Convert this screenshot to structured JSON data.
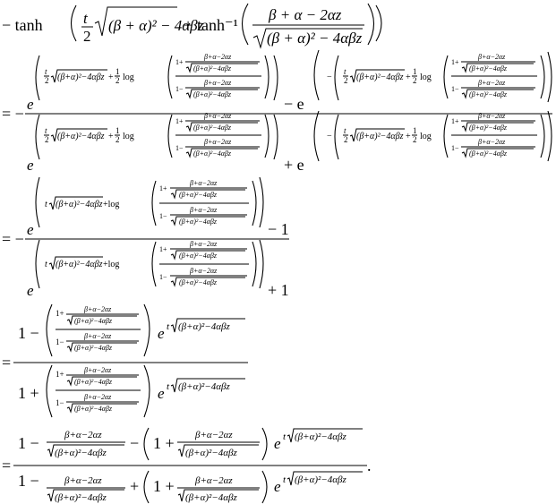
{
  "equation": {
    "row1": {
      "lead": "− tanh",
      "t": "t",
      "two": "2",
      "radicand": "(β + α)² − 4αβz",
      "plus": "+",
      "atanh": "tanh⁻¹",
      "num": "β + α − 2αz",
      "den_rad": "(β + α)² − 4αβz"
    },
    "row2": {
      "eq": "= −",
      "e": "e",
      "minus": "− e",
      "plus": "+ e",
      "half_t": "t",
      "two": "2",
      "rad": "(β+α)²−4αβz",
      "plus_half": "+",
      "one": "1",
      "log": "log",
      "one_plus": "1+",
      "one_minus": "1−",
      "small_num": "β+α−2αz",
      "small_rad": "(β+α)²−4αβz",
      "neg": "−"
    },
    "row3": {
      "eq": "= −",
      "e": "e",
      "t": "t",
      "rad": "(β+α)²−4αβz",
      "plus_log": "+log",
      "one_plus": "1+",
      "one_minus": "1−",
      "small_num": "β+α−2αz",
      "small_rad": "(β+α)²−4αβz",
      "minus_one": "− 1",
      "plus_one": "+ 1"
    },
    "row4": {
      "eq": "=",
      "one_minus": "1 −",
      "one_plus": "1 +",
      "inner_one_plus": "1+",
      "inner_one_minus": "1−",
      "small_num": "β+α−2αz",
      "small_rad": "(β+α)²−4αβz",
      "e": "e",
      "t": "t",
      "rad": "(β+α)²−4αβz"
    },
    "row5": {
      "eq": "=",
      "one_minus": "1 −",
      "one_plus": "1 −",
      "minus": "−",
      "plus": "+",
      "num": "β+α−2αz",
      "rad": "(β+α)²−4αβz",
      "paren_one_plus": "1 +",
      "e": "e",
      "t": "t",
      "erad": "(β+α)²−4αβz",
      "period": "."
    }
  }
}
